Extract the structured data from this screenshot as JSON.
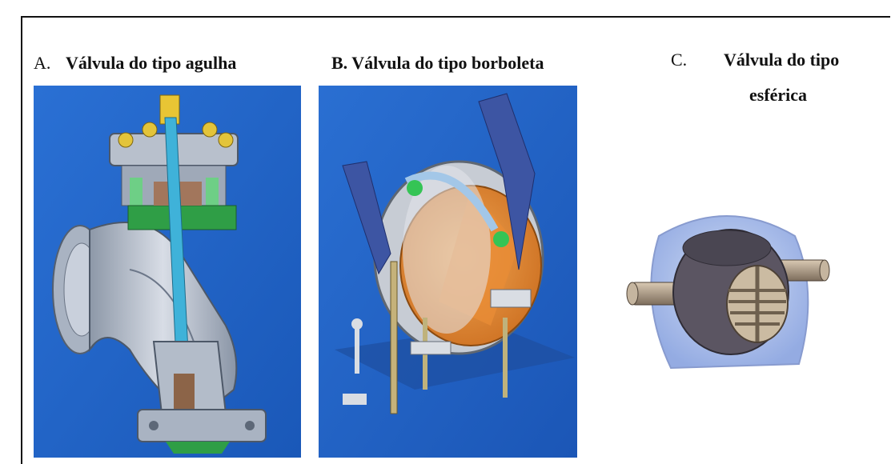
{
  "figure": {
    "panel_a": {
      "letter": "A.",
      "caption": "Válvula do tipo agulha",
      "background": "#1f64c8"
    },
    "panel_b": {
      "letter": "B.",
      "caption": "Válvula do tipo borboleta",
      "background": "#1f64c8"
    },
    "panel_c": {
      "letter": "C.",
      "caption_line1": "Válvula do tipo",
      "caption_line2": "esférica",
      "background": "#ffffff"
    }
  }
}
